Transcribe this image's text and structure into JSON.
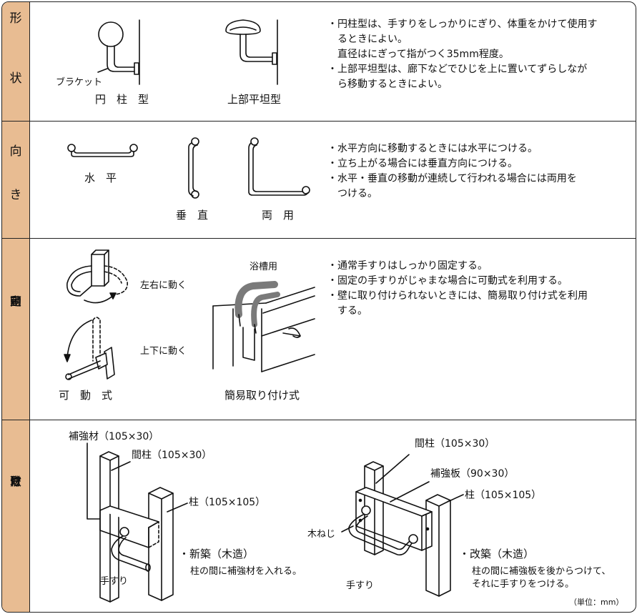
{
  "sections": {
    "shape": {
      "side_top": "形",
      "side_bottom": "状",
      "label_bracket": "ブラケット",
      "label_cylinder": "円　柱　型",
      "label_flat": "上部平坦型",
      "notes": [
        "・円柱型は、手すりをしっかりにぎり、体重をかけて使用す",
        "　るときによい。",
        "　直径はにぎって指がつく35mm程度。",
        "・上部平坦型は、廊下などでひじを上に置いてずらしなが",
        "　ら移動するときによい。"
      ]
    },
    "direction": {
      "side_top": "向",
      "side_bottom": "き",
      "label_horizontal": "水　平",
      "label_vertical": "垂　直",
      "label_both": "両　用",
      "notes": [
        "・水平方向に移動するときには水平につける。",
        "・立ち上がる場合には垂直方向につける。",
        "・水平・垂直の移動が連続して行われる場合には両用を",
        "　つける。"
      ]
    },
    "fixing": {
      "side_lines": [
        "固",
        "定",
        "・",
        "可",
        "動"
      ],
      "label_lr": "左右に動く",
      "label_ud": "上下に動く",
      "label_movable": "可　動　式",
      "label_bath": "浴槽用",
      "label_simple": "簡易取り付け式",
      "notes": [
        "・通常手すりはしっかり固定する。",
        "・固定の手すりがじゃまな場合に可動式を利用する。",
        "・壁に取り付けられないときには、簡易取り付け式を利用",
        "　する。"
      ]
    },
    "mounting": {
      "side_lines": [
        "取",
        "り",
        "付",
        "け",
        "方",
        "法"
      ],
      "left_reinforce": "補強材（105×30）",
      "left_stud": "間柱（105×30）",
      "left_pillar": "柱（105×105）",
      "left_title": "・新築（木造）",
      "left_desc": "柱の間に補強材を入れる。",
      "left_handrail": "手すり",
      "right_stud": "間柱（105×30）",
      "right_board": "補強板（90×30）",
      "right_pillar": "柱（105×105）",
      "right_screw": "木ねじ",
      "right_title": "・改築（木造）",
      "right_desc1": "柱の間に補強板を後からつけて、",
      "right_desc2": "それに手すりをつける。",
      "right_handrail": "手すり",
      "unit": "（単位：mm）"
    }
  }
}
